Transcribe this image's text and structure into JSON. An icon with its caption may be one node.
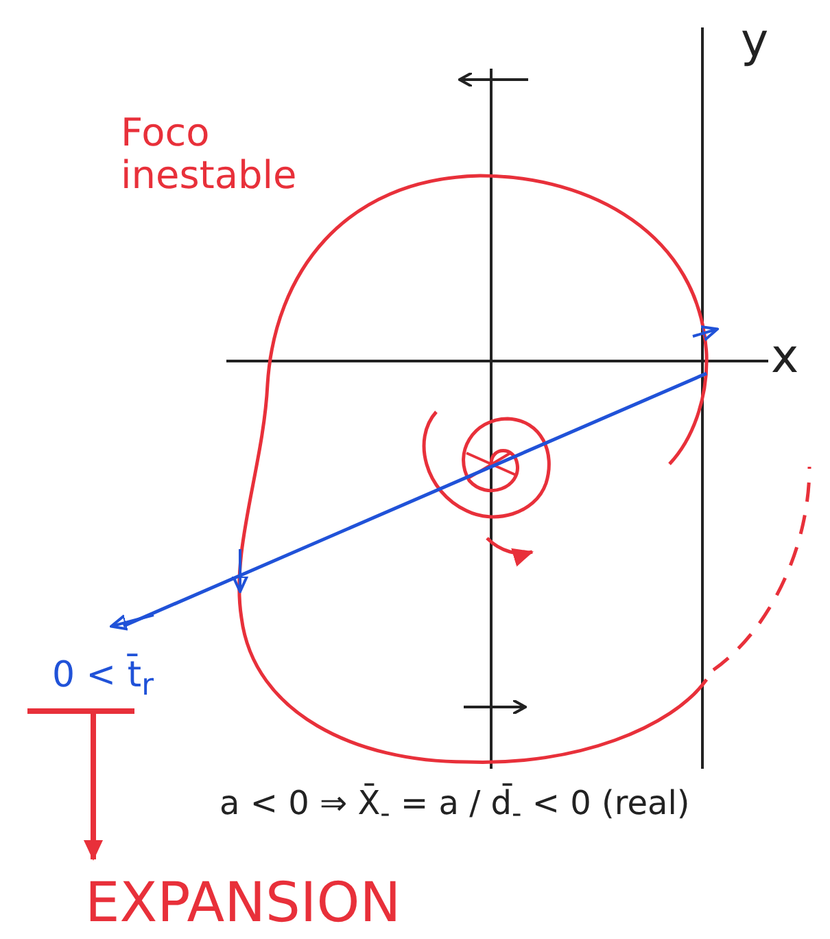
{
  "diagram": {
    "nodes": [
      {
        "text": [
          "0 < t̄$_{r}$"
        ]
      },
      {
        "text": [
          "EXPANSION"
        ]
      }
    ],
    "edges": [
      {
        "from": 0,
        "to": 1,
        "arrow": "to"
      }
    ],
    "labels": [
      "y",
      "Foco inestable",
      "x",
      "a < 0 ⇒ X̄$_{-}$ = a / d̄$_{-}$ < 0 (real)"
    ]
  }
}
